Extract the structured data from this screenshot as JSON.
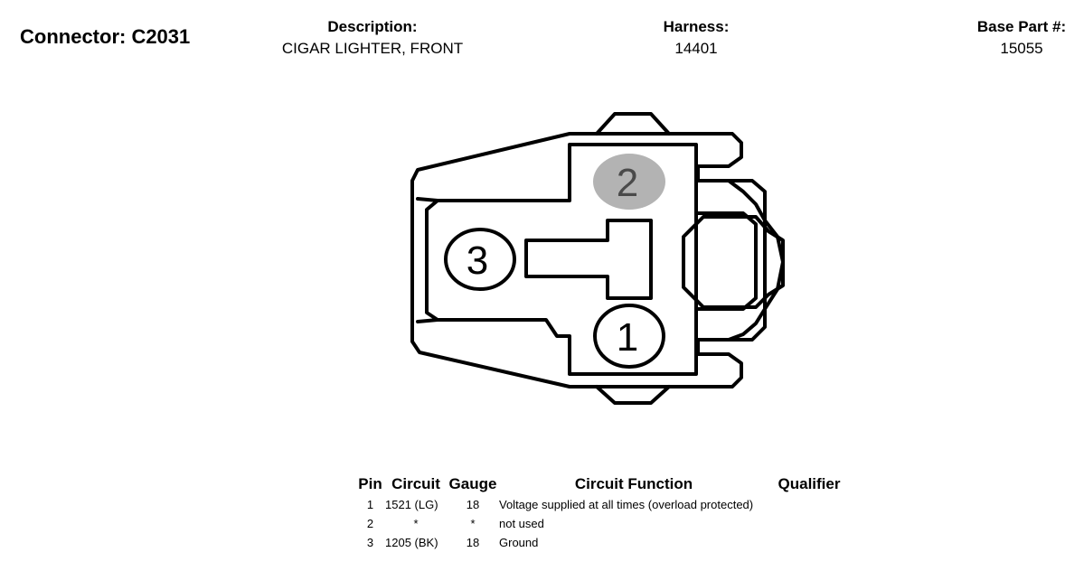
{
  "header": {
    "connector": "Connector: C2031",
    "description_label": "Description:",
    "description_value": "CIGAR LIGHTER, FRONT",
    "harness_label": "Harness:",
    "harness_value": "14401",
    "base_part_label": "Base Part #:",
    "base_part_value": "15055"
  },
  "diagram": {
    "pins": [
      {
        "label": "1",
        "highlighted": false
      },
      {
        "label": "2",
        "highlighted": true
      },
      {
        "label": "3",
        "highlighted": false
      }
    ],
    "highlight_color": "#b3b3b3",
    "stroke_color": "#000000"
  },
  "table": {
    "headers": {
      "pin": "Pin",
      "circuit": "Circuit",
      "gauge": "Gauge",
      "function": "Circuit Function",
      "qualifier": "Qualifier"
    },
    "rows": [
      {
        "pin": "1",
        "circuit": "1521 (LG)",
        "gauge": "18",
        "function": "Voltage supplied at all times (overload protected)",
        "qualifier": ""
      },
      {
        "pin": "2",
        "circuit": "*",
        "gauge": "*",
        "function": "not used",
        "qualifier": ""
      },
      {
        "pin": "3",
        "circuit": "1205 (BK)",
        "gauge": "18",
        "function": "Ground",
        "qualifier": ""
      }
    ]
  }
}
